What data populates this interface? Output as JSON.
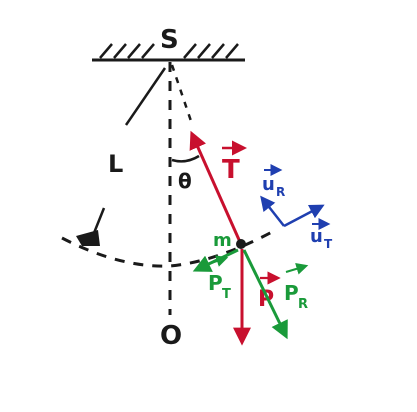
{
  "labels": {
    "support": "S",
    "length": "L",
    "angle": "θ",
    "origin": "O",
    "mass": "m",
    "tension": "T",
    "weight": "P",
    "weight_tangential": "P",
    "weight_tangential_sub": "T",
    "weight_radial": "P",
    "weight_radial_sub": "R",
    "unit_radial": "u",
    "unit_radial_sub": "R",
    "unit_tangential": "u",
    "unit_tangential_sub": "T"
  },
  "colors": {
    "ink": "#1a1a1a",
    "tension": "#c8102e",
    "weight": "#c8102e",
    "components": "#1a9a3a",
    "unit_vectors": "#1f3fb0"
  },
  "icons": {
    "support": "hatched-ceiling-icon",
    "bob_rest": "pendulum-bob-icon"
  }
}
